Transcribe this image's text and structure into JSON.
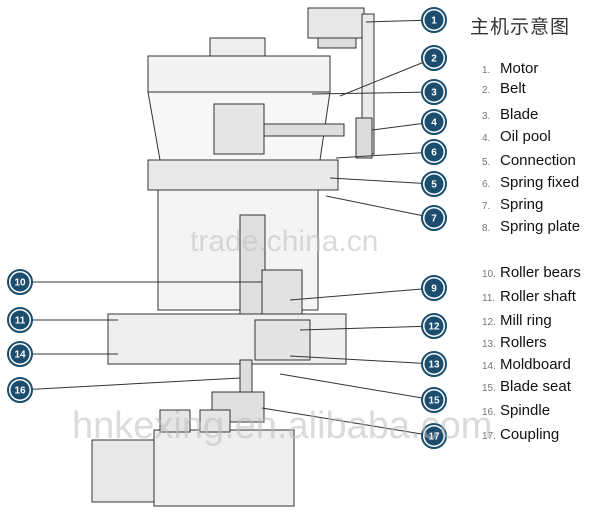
{
  "title": "主机示意图",
  "parts": [
    {
      "num": "1",
      "label": "Motor"
    },
    {
      "num": "2",
      "label": "Belt"
    },
    {
      "num": "3",
      "label": "Blade"
    },
    {
      "num": "4",
      "label": "Oil pool"
    },
    {
      "num": "5",
      "label": "Connection"
    },
    {
      "num": "6",
      "label": "Spring fixed"
    },
    {
      "num": "7",
      "label": "Spring"
    },
    {
      "num": "8",
      "label": "Spring plate"
    },
    {
      "num": "9",
      "label": ""
    },
    {
      "num": "10",
      "label": "Roller bears"
    },
    {
      "num": "11",
      "label": "Roller shaft"
    },
    {
      "num": "12",
      "label": "Mill ring"
    },
    {
      "num": "13",
      "label": "Rollers"
    },
    {
      "num": "14",
      "label": "Moldboard"
    },
    {
      "num": "15",
      "label": "Blade seat"
    },
    {
      "num": "16",
      "label": "Spindle"
    },
    {
      "num": "17",
      "label": "Coupling"
    }
  ],
  "callouts": [
    "1",
    "2",
    "3",
    "4",
    "6",
    "5",
    "7",
    "10",
    "9",
    "11",
    "12",
    "14",
    "13",
    "16",
    "15",
    "17"
  ],
  "watermarks": [
    "trade.china.cn",
    "hnkexing.en.alibaba.com"
  ],
  "colors": {
    "callout_fill": "#1a4d6e",
    "line": "#333333"
  }
}
